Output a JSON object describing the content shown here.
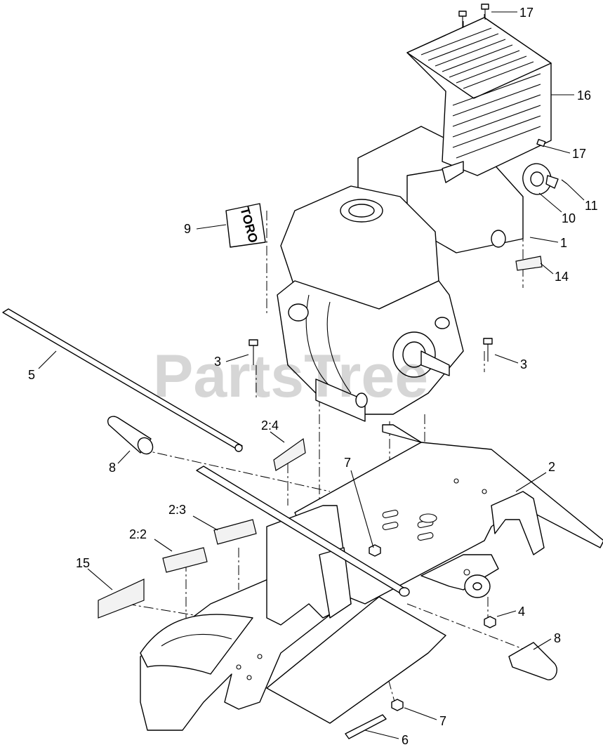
{
  "watermark": "PartsTree",
  "decal_text": "TORO",
  "callouts": [
    {
      "id": "c17a",
      "text": "17"
    },
    {
      "id": "c16",
      "text": "16"
    },
    {
      "id": "c17b",
      "text": "17"
    },
    {
      "id": "c11",
      "text": "11"
    },
    {
      "id": "c10",
      "text": "10"
    },
    {
      "id": "c1",
      "text": "1"
    },
    {
      "id": "c14",
      "text": "14"
    },
    {
      "id": "c9",
      "text": "9"
    },
    {
      "id": "c3a",
      "text": "3"
    },
    {
      "id": "c3b",
      "text": "3"
    },
    {
      "id": "c5",
      "text": "5"
    },
    {
      "id": "c24",
      "text": "2:4"
    },
    {
      "id": "c7a",
      "text": "7"
    },
    {
      "id": "c2",
      "text": "2"
    },
    {
      "id": "c8a",
      "text": "8"
    },
    {
      "id": "c23",
      "text": "2:3"
    },
    {
      "id": "c22",
      "text": "2:2"
    },
    {
      "id": "c15",
      "text": "15"
    },
    {
      "id": "c4",
      "text": "4"
    },
    {
      "id": "c8b",
      "text": "8"
    },
    {
      "id": "c7b",
      "text": "7"
    },
    {
      "id": "c6",
      "text": "6"
    }
  ]
}
